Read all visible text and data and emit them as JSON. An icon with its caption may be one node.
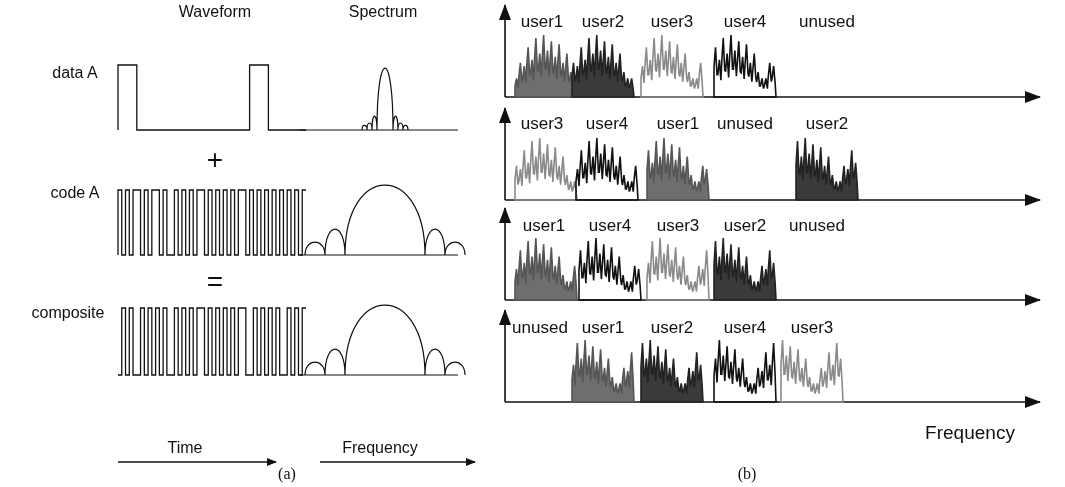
{
  "diagram": {
    "labels": [
      "Waveform",
      "Spectrum",
      "data A",
      "+",
      "code A",
      "=",
      "composite",
      "Time",
      "Frequency",
      "(a)",
      "user1",
      "user2",
      "user3",
      "user4",
      "unused",
      "user3",
      "user4",
      "user1",
      "unused",
      "user2",
      "user1",
      "user4",
      "user3",
      "user2",
      "unused",
      "unused",
      "user1",
      "user2",
      "user4",
      "user3",
      "Frequency",
      "(b)"
    ]
  }
}
